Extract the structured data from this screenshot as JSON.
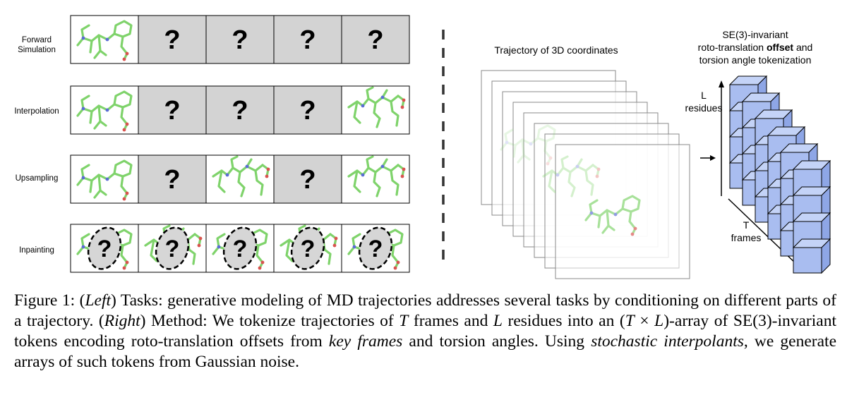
{
  "left": {
    "tasks": [
      {
        "label_lines": [
          "Forward",
          "Simulation"
        ],
        "cells": [
          "mol",
          "?",
          "?",
          "?",
          "?"
        ]
      },
      {
        "label_lines": [
          "Interpolation"
        ],
        "cells": [
          "mol",
          "?",
          "?",
          "?",
          "mol2"
        ]
      },
      {
        "label_lines": [
          "Upsampling"
        ],
        "cells": [
          "mol",
          "?",
          "mol2",
          "?",
          "mol2"
        ]
      },
      {
        "label_lines": [
          "Inpainting"
        ],
        "cells": [
          "inpaint",
          "inpaint",
          "inpaint",
          "inpaint",
          "inpaint"
        ]
      }
    ],
    "unknown_glyph": "?",
    "colors": {
      "molecule_green": "#7fd36b",
      "nitrogen_blue": "#5b6cd6",
      "oxygen_red": "#d9534f",
      "unknown_fill": "#d3d3d3",
      "oval_fill": "#d6d6d6"
    }
  },
  "right": {
    "trajectory_label": "Trajectory of 3D coordinates",
    "tokenization_label": {
      "line1": "SE(3)-invariant",
      "line2_pre": "roto-translation ",
      "line2_bold": "offset",
      "line2_post": " and",
      "line3": "torsion angle tokenization"
    },
    "axis_L": {
      "line1": "L",
      "line2": "residues"
    },
    "axis_T": {
      "line1": "T",
      "line2": "frames"
    },
    "colors": {
      "cube_face": "#a9bdf0",
      "cube_top": "#c4d3f7",
      "cube_side": "#8ea6e6"
    }
  },
  "caption": {
    "p1": "Figure 1: (",
    "left_word": "Left",
    "p2": ") Tasks: generative modeling of MD trajectories addresses several tasks by conditioning on different parts of a trajectory. (",
    "right_word": "Right",
    "p3": ") Method: We tokenize trajectories of ",
    "T": "T",
    "p4": " frames and ",
    "L": "L",
    "p5": " residues into an (",
    "T2": "T",
    "times": " × ",
    "L2": "L",
    "p6": ")-array of SE(3)-invariant tokens encoding roto-translation offsets from ",
    "key_frames": "key frames",
    "p7": " and torsion angles. Using ",
    "stochastic": "stochastic interpolants",
    "p8": ", we generate arrays of such tokens from Gaussian noise."
  }
}
